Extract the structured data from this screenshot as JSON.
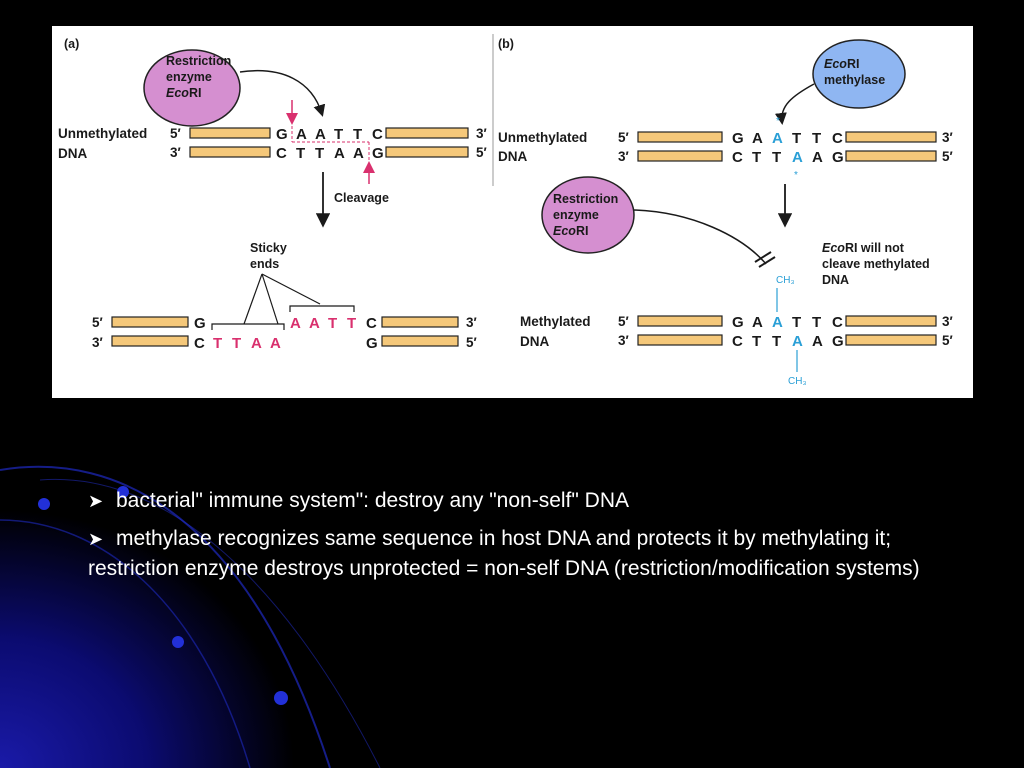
{
  "panel_a": {
    "tag": "(a)",
    "enzyme_lines": [
      "Restriction",
      "enzyme"
    ],
    "enzyme_eco": "Eco",
    "enzyme_ri": "RI",
    "row_label": "Unmethylated",
    "row_label2": "DNA",
    "five": "5′",
    "three": "3′",
    "top_bases": [
      "G",
      "A",
      "A",
      "T",
      "T",
      "C"
    ],
    "bottom_bases": [
      "C",
      "T",
      "T",
      "A",
      "A",
      "G"
    ],
    "cleavage": "Cleavage",
    "sticky_lines": [
      "Sticky",
      "ends"
    ],
    "frag_left_top": "G",
    "frag_left_bottom": [
      "C",
      "T",
      "T",
      "A",
      "A"
    ],
    "frag_right_top": [
      "A",
      "A",
      "T",
      "T",
      "C"
    ],
    "frag_right_bottom": "G"
  },
  "panel_b": {
    "tag": "(b)",
    "methylase_eco": "Eco",
    "methylase_ri": "RI",
    "methylase_word": "methylase",
    "row_label": "Unmethylated",
    "row_label2": "DNA",
    "top_bases": [
      "G",
      "A",
      "A",
      "T",
      "T",
      "C"
    ],
    "bottom_bases": [
      "C",
      "T",
      "T",
      "A",
      "A",
      "G"
    ],
    "enzyme_lines": [
      "Restriction",
      "enzyme"
    ],
    "enzyme_eco": "Eco",
    "enzyme_ri": "RI",
    "note_eco": "Eco",
    "note_rest": "RI will not",
    "note_lines": [
      "cleave methylated",
      "DNA"
    ],
    "ch3": "CH₃",
    "star": "*",
    "meth_label": "Methylated",
    "meth_label2": "DNA"
  },
  "bullets": [
    "bacterial\" immune system\": destroy any \"non-self\" DNA",
    "methylase recognizes same sequence in host DNA and protects it by methylating it; restriction enzyme destroys unprotected = non-self DNA (restriction/modification systems)"
  ],
  "colors": {
    "background": "#000000",
    "strand_fill": "#f5c87a",
    "enzyme_fill": "#d58fd0",
    "methylase_fill": "#8fb6f2",
    "cut_color": "#d9306e",
    "methyl_color": "#2a9fd6"
  }
}
